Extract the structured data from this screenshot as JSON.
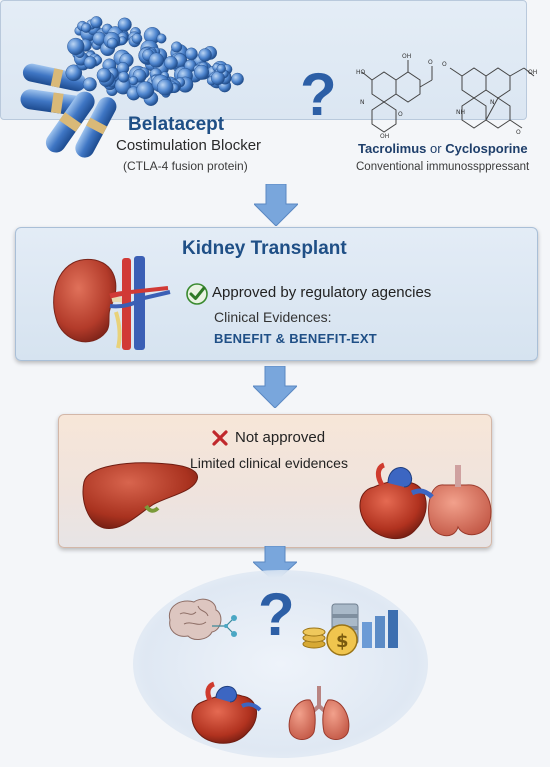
{
  "top": {
    "drug_name": "Belatacept",
    "drug_class": "Costimulation Blocker",
    "drug_note": "(CTLA-4 fusion protein)",
    "question_mark": "?",
    "comparator_a": "Tacrolimus",
    "comparator_or": "or",
    "comparator_b": "Cyclosporine",
    "comparator_note": "Conventional immunossppressant"
  },
  "kidney": {
    "title": "Kidney Transplant",
    "status": "Approved by regulatory agencies",
    "evidence_label": "Clinical Evidences:",
    "evidence_trials": "BENEFIT & BENEFIT-EXT"
  },
  "liver_heart": {
    "status": "Not approved",
    "evidence": "Limited clinical evidences"
  },
  "future": {
    "question_mark": "?"
  },
  "colors": {
    "accent_blue": "#1f4f86",
    "arrow_blue": "#6f9fd6",
    "check_green": "#3a8a2f",
    "cross_red": "#c0282c",
    "organ_red": "#b53a2c"
  }
}
